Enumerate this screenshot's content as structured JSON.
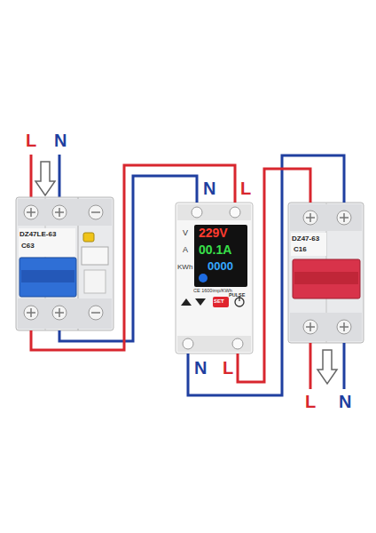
{
  "diagram": {
    "nodes": [
      {
        "text": [
          "DZ47LE-63",
          "C63"
        ]
      },
      {
        "text": [
          "229V",
          "00.1A",
          "0000",
          "V",
          "A",
          "KWh",
          "CE 1600imp/KWh",
          "PULSE",
          "SET"
        ]
      },
      {
        "text": [
          "DZ47-63",
          "C16"
        ]
      }
    ],
    "edges": [
      {
        "from": 0,
        "to": 1,
        "arrow": "none",
        "label": "N"
      },
      {
        "from": 0,
        "to": 1,
        "arrow": "none",
        "label": "L"
      },
      {
        "from": 1,
        "to": 2,
        "arrow": "none",
        "label": "N"
      },
      {
        "from": 1,
        "to": 2,
        "arrow": "none",
        "label": "L"
      }
    ],
    "labels": [
      "L",
      "N",
      "L",
      "N"
    ]
  }
}
